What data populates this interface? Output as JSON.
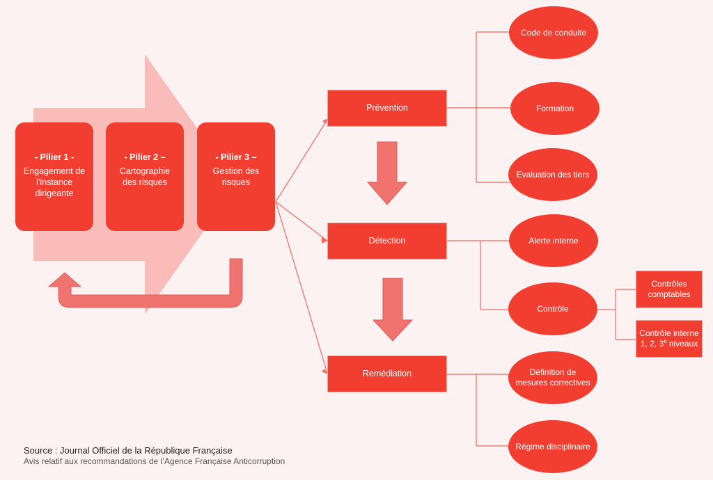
{
  "pillars": [
    {
      "title": "-   Pilier 1  -",
      "text": "Engagement de l’instance dirigeante"
    },
    {
      "title": "-   Pilier 2 –",
      "text": "Cartographie des risques"
    },
    {
      "title": "-   Pilier 3 –",
      "text": "Gestion des risques"
    }
  ],
  "stages": {
    "prevention": "Prévention",
    "detection": "Détection",
    "remediation": "Remédiation"
  },
  "prevention_items": {
    "code": "Code de conduite",
    "formation": "Formation",
    "evaluation": "Evaluation des tiers"
  },
  "detection_items": {
    "alerte": "Alerte interne",
    "controle": "Contrôle"
  },
  "controle_items": {
    "comptables": "Contrôles comptables",
    "interne_main": "Contrôle interne 1, 2, 3",
    "interne_sup": "e",
    "interne_end": " niveaux"
  },
  "remediation_items": {
    "mesures": "Définition de mesures correctives",
    "regime": "Régime disciplinaire"
  },
  "source": {
    "line1": "Source : Journal Officiel de la République Française",
    "line2": "Avis relatif aux recommandations de l’Agence Française Anticorruption"
  },
  "colors": {
    "primary": "#f23e30",
    "light_arrow": "#f8b3ae",
    "down_arrow": "#f07370",
    "background": "#fdf2f2"
  }
}
